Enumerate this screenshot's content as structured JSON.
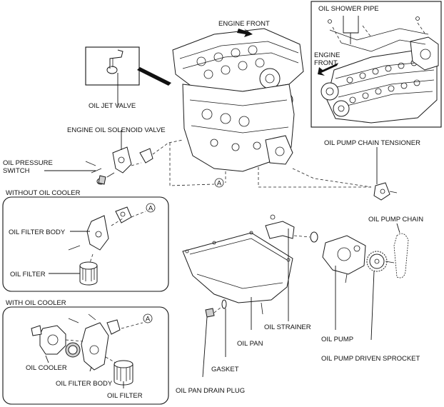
{
  "labels": {
    "engine_front_main": "ENGINE FRONT",
    "engine_front_inset": "ENGINE\nFRONT",
    "oil_shower_pipe": "OIL SHOWER PIPE",
    "oil_jet_valve": "OIL JET VALVE",
    "engine_oil_solenoid_valve": "ENGINE OIL SOLENOID VALVE",
    "oil_pressure_switch": "OIL PRESSURE\nSWITCH",
    "without_oil_cooler": "WITHOUT OIL COOLER",
    "oil_filter_body_top": "OIL FILTER BODY",
    "oil_filter_top": "OIL FILTER",
    "with_oil_cooler": "WITH OIL COOLER",
    "oil_cooler": "OIL COOLER",
    "oil_filter_body_bottom": "OIL FILTER BODY",
    "oil_filter_bottom": "OIL FILTER",
    "oil_pump_chain_tensioner": "OIL PUMP CHAIN TENSIONER",
    "oil_pump_chain": "OIL PUMP CHAIN",
    "oil_strainer": "OIL STRAINER",
    "oil_pump": "OIL PUMP",
    "oil_pan": "OIL PAN",
    "gasket": "GASKET",
    "oil_pan_drain_plug": "OIL PAN DRAIN PLUG",
    "oil_pump_driven_sprocket": "OIL PUMP DRIVEN SPROCKET"
  },
  "markers": {
    "ref_a": "A"
  }
}
